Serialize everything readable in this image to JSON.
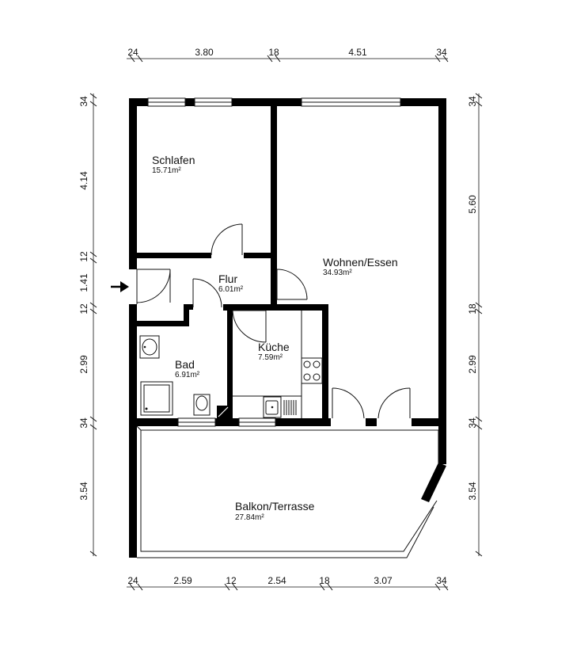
{
  "rooms": {
    "schlafen": {
      "name": "Schlafen",
      "area": "15.71m²"
    },
    "flur": {
      "name": "Flur",
      "area": "6.01m²"
    },
    "wohnen": {
      "name": "Wohnen/Essen",
      "area": "34.93m²"
    },
    "kueche": {
      "name": "Küche",
      "area": "7.59m²"
    },
    "bad": {
      "name": "Bad",
      "area": "6.91m²"
    },
    "balkon": {
      "name": "Balkon/Terrasse",
      "area": "27.84m²"
    }
  },
  "dimensions": {
    "top": [
      "24",
      "3.80",
      "18",
      "4.51",
      "34"
    ],
    "bottom": [
      "24",
      "2.59",
      "12",
      "2.54",
      "18",
      "3.07",
      "34"
    ],
    "left": [
      "34",
      "4.14",
      "12",
      "1.41",
      "12",
      "2.99",
      "34",
      "3.54"
    ],
    "right": [
      "34",
      "5.60",
      "18",
      "2.99",
      "34",
      "3.54"
    ]
  }
}
